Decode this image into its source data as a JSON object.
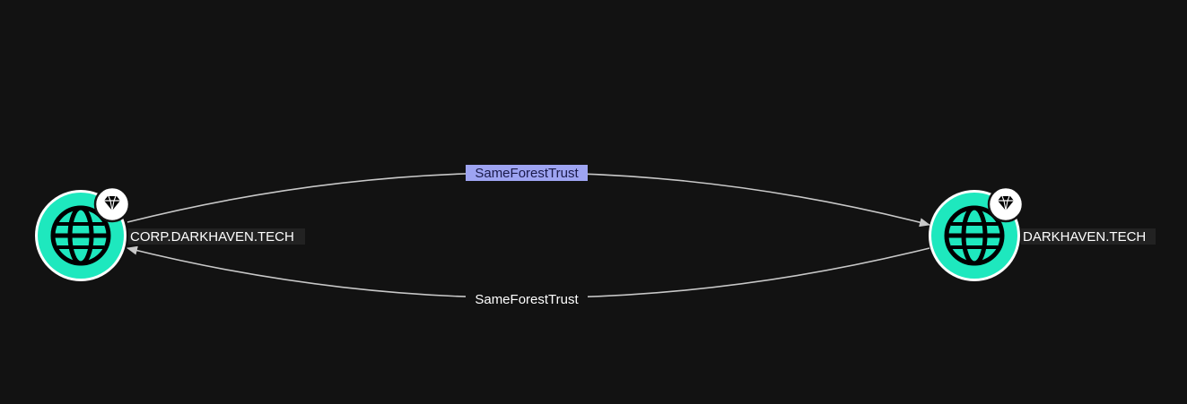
{
  "colors": {
    "background": "#121212",
    "node_fill": "#1ee8be",
    "node_ring": "#ffffff",
    "icon_color": "#000000",
    "edge_color": "#c8c8c8",
    "label_bg": "#222222",
    "label_text": "#ffffff",
    "selected_label_bg": "#9ea4f2",
    "selected_label_text": "#1a1a4a"
  },
  "nodes": [
    {
      "id": "corp",
      "label": "CORP.DARKHAVEN.TECH",
      "icon": "globe-icon",
      "badge_icon": "gem-icon"
    },
    {
      "id": "root",
      "label": "DARKHAVEN.TECH",
      "icon": "globe-icon",
      "badge_icon": "gem-icon"
    }
  ],
  "edges": [
    {
      "from": "CORP.DARKHAVEN.TECH",
      "to": "DARKHAVEN.TECH",
      "label": "SameForestTrust",
      "selected": true
    },
    {
      "from": "DARKHAVEN.TECH",
      "to": "CORP.DARKHAVEN.TECH",
      "label": "SameForestTrust",
      "selected": false
    }
  ]
}
